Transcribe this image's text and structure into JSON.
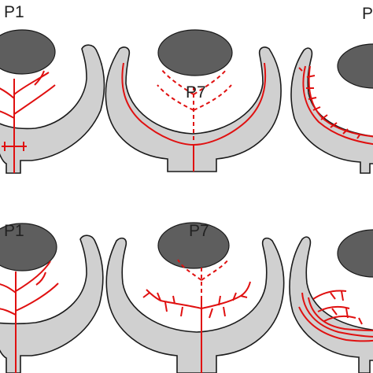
{
  "labels": {
    "top_left": "P1",
    "top_middle": "P7",
    "top_right": "P",
    "bottom_left": "P1",
    "bottom_middle": "P7"
  },
  "colors": {
    "tissue_fill": "#d0d0d0",
    "tissue_stroke": "#1a1a1a",
    "lens_fill": "#5e5e5e",
    "vessel": "#e01010",
    "background": "#ffffff"
  }
}
